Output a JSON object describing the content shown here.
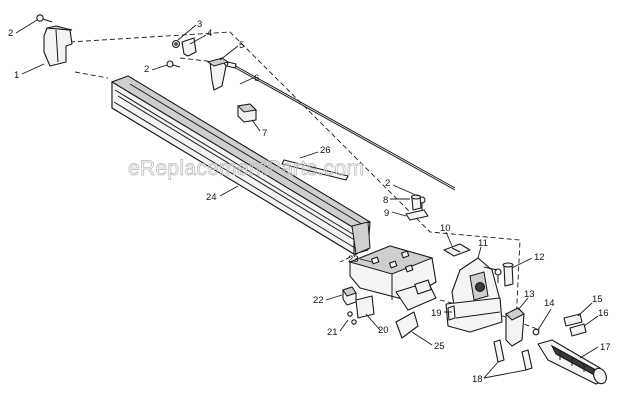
{
  "watermark": "eReplacementParts.com",
  "callouts": [
    "1",
    "2",
    "2",
    "2",
    "3",
    "4",
    "5",
    "6",
    "7",
    "8",
    "9",
    "10",
    "11",
    "12",
    "13",
    "14",
    "15",
    "16",
    "17",
    "18",
    "19",
    "20",
    "21",
    "22",
    "23",
    "24",
    "25",
    "26"
  ]
}
